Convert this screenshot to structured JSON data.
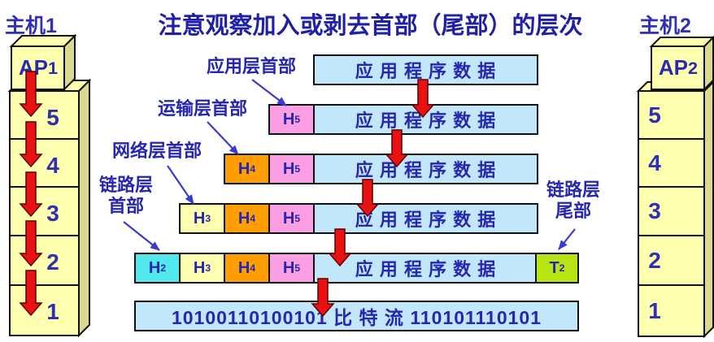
{
  "title": "注意观察加入或剥去首部（尾部）的层次",
  "hosts": {
    "left": {
      "name": "主机1",
      "ap_label": "AP",
      "ap_sub": "1",
      "layers": [
        "5",
        "4",
        "3",
        "2",
        "1"
      ]
    },
    "right": {
      "name": "主机2",
      "ap_label": "AP",
      "ap_sub": "2",
      "layers": [
        "5",
        "4",
        "3",
        "2",
        "1"
      ]
    }
  },
  "callouts": {
    "application_header": "应用层首部",
    "transport_header": "运输层首部",
    "network_header": "网络层首部",
    "link_header": {
      "line1": "链路层",
      "line2": "首部"
    },
    "link_trailer": {
      "line1": "链路层",
      "line2": "尾部"
    }
  },
  "pdu": {
    "app_data": "应 用 程 序 数 据",
    "h5": {
      "label": "H",
      "sub": "5"
    },
    "h4": {
      "label": "H",
      "sub": "4"
    },
    "h3": {
      "label": "H",
      "sub": "3"
    },
    "h2": {
      "label": "H",
      "sub": "2"
    },
    "t2": {
      "label": "T",
      "sub": "2"
    }
  },
  "bitstream": {
    "text": "10100110100101 比 特 流 110101110101"
  },
  "colors": {
    "title_text": "#2020A6",
    "box_text": "#2A2AB0",
    "app_data_fill": "#C2E7FA",
    "h5_fill": "#FA9FE4",
    "h4_fill": "#FF9E00",
    "h3_fill": "#FFFFB0",
    "h2_fill": "#52E8EC",
    "t2_fill": "#B9E414",
    "host_fill": "#FFFFB0",
    "host_side_fill": "#D9D98F",
    "red_arrow": "#E91111",
    "callout_arrow": "#3A3ACF"
  }
}
